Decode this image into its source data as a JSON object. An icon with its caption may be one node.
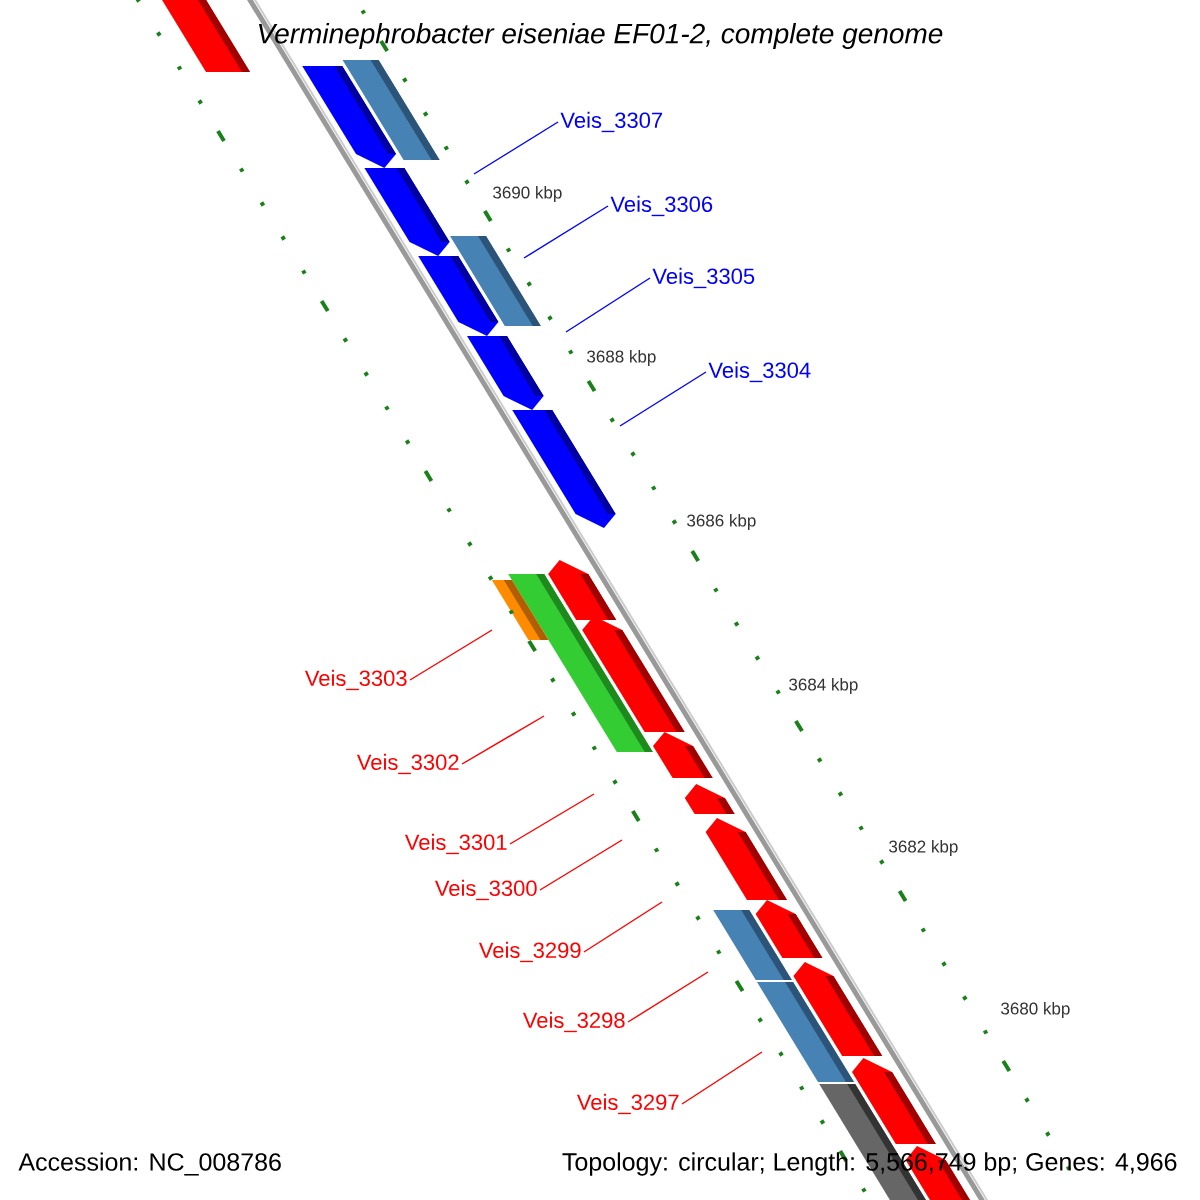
{
  "diagram": {
    "title": "Verminephrobacter eiseniae EF01-2, complete genome",
    "nodes": [
      {
        "text": [
          "Veis_3307"
        ]
      },
      {
        "text": [
          "Veis_3306"
        ]
      },
      {
        "text": [
          "Veis_3305"
        ]
      },
      {
        "text": [
          "Veis_3304"
        ]
      },
      {
        "text": [
          "Veis_3303"
        ]
      },
      {
        "text": [
          "Veis_3302"
        ]
      },
      {
        "text": [
          "Veis_3301"
        ]
      },
      {
        "text": [
          "Veis_3300"
        ]
      },
      {
        "text": [
          "Veis_3299"
        ]
      },
      {
        "text": [
          "Veis_3298"
        ]
      },
      {
        "text": [
          "Veis_3297"
        ]
      }
    ],
    "edges": [
      {
        "from": 0,
        "to": null,
        "arrow": "none",
        "color": "#0000ff"
      },
      {
        "from": 1,
        "to": null,
        "arrow": "none",
        "color": "#0000ff"
      },
      {
        "from": 2,
        "to": null,
        "arrow": "none",
        "color": "#0000ff"
      },
      {
        "from": 3,
        "to": null,
        "arrow": "none",
        "color": "#0000ff"
      },
      {
        "from": 4,
        "to": null,
        "arrow": "none"
      },
      {
        "from": 5,
        "to": null,
        "arrow": "none"
      },
      {
        "from": 6,
        "to": null,
        "arrow": "none"
      },
      {
        "from": 7,
        "to": null,
        "arrow": "none"
      },
      {
        "from": 8,
        "to": null,
        "arrow": "none"
      },
      {
        "from": 9,
        "to": null,
        "arrow": "none"
      },
      {
        "from": 10,
        "to": null,
        "arrow": "none"
      }
    ],
    "labels": [
      "3690 kbp",
      "3688 kbp",
      "3686 kbp",
      "3684 kbp",
      "3682 kbp",
      "3680 kbp",
      "Accession: NC_008786",
      "Topology: circular; Length: 5,566,749 bp; Genes: 4,966"
    ]
  }
}
